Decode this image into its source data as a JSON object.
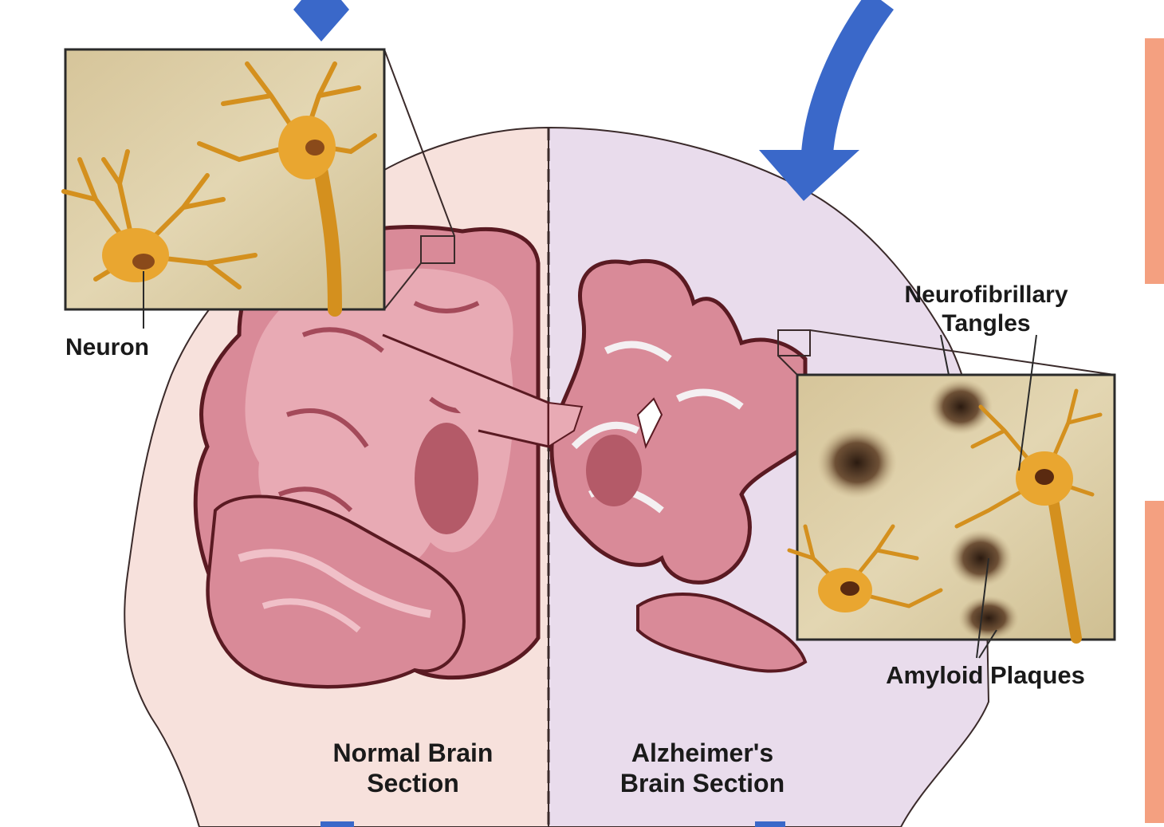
{
  "labels": {
    "neuron": "Neuron",
    "tangles_line1": "Neurofibrillary",
    "tangles_line2": "Tangles",
    "plaques": "Amyloid Plaques",
    "normal_line1": "Normal Brain",
    "normal_line2": "Section",
    "alz_line1": "Alzheimer's",
    "alz_line2": "Brain Section"
  },
  "colors": {
    "arrow": "#3a68c9",
    "normal_bg": "#f7e0dc",
    "alz_bg": "#e9ddeb",
    "tissue": "#d98a98",
    "tissue_dark": "#7a2a32",
    "inset_bg": "#d8c89a",
    "neuron": "#e9a630",
    "side_panel": "#f4a080"
  },
  "icons": [
    "down-arrow-icon",
    "curved-arrow-icon"
  ]
}
